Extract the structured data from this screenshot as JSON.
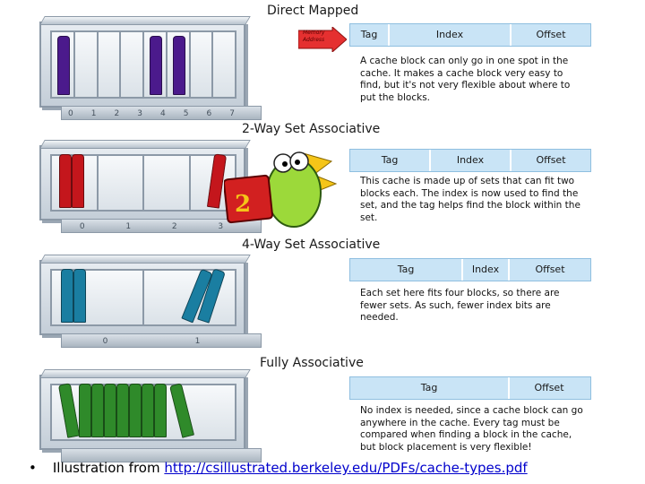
{
  "sections": {
    "direct": {
      "title": "Direct Mapped",
      "fields": [
        "Tag",
        "Index",
        "Offset"
      ],
      "description": "A cache block can only go in one spot in the cache. It makes a cache block very easy to find, but it's not very flexible about where to put the blocks.",
      "arrow_label": "Memory Address",
      "slot_numbers": [
        "0",
        "1",
        "2",
        "3",
        "4",
        "5",
        "6",
        "7"
      ]
    },
    "two_way": {
      "title": "2-Way Set Associative",
      "fields": [
        "Tag",
        "Index",
        "Offset"
      ],
      "description": "This cache is made up of sets that can fit two blocks each. The index is now used to find the set, and the tag helps find the block within the set.",
      "slot_numbers": [
        "0",
        "1",
        "2",
        "3"
      ],
      "mascot_number": "2"
    },
    "four_way": {
      "title": "4-Way Set Associative",
      "fields": [
        "Tag",
        "Index",
        "Offset"
      ],
      "description": "Each set here fits four blocks, so there are fewer sets. As such, fewer index bits are needed.",
      "slot_numbers": [
        "0",
        "1"
      ]
    },
    "fully": {
      "title": "Fully Associative",
      "fields": [
        "Tag",
        "Offset"
      ],
      "description": "No index is needed, since a cache block can go anywhere in the cache. Every tag must be compared when finding a block in the cache, but block placement is very flexible!"
    }
  },
  "footer": {
    "bullet": "•",
    "text": "Illustration from ",
    "link": "http://csillustrated.berkeley.edu/PDFs/cache-types.pdf"
  },
  "colors": {
    "purple": "#4b1a8c",
    "red": "#c4161c",
    "teal": "#1a7ea1",
    "green": "#2f8a2a",
    "arrow": "#e53030",
    "mascot": "#9cd93a"
  }
}
